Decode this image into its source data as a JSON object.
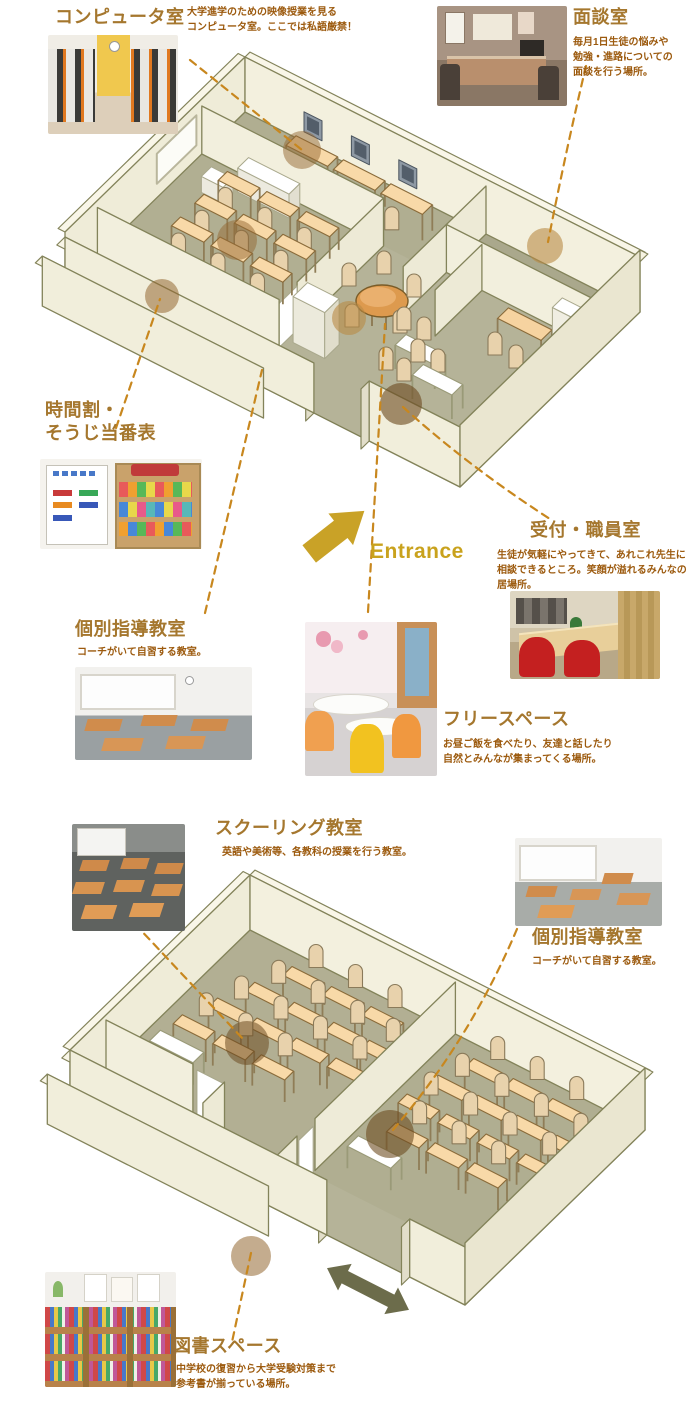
{
  "page": {
    "background": "#ffffff"
  },
  "palette": {
    "title_text": "#a5772e",
    "desc_text": "#9c5a0e",
    "entrance_gold": "#c9a21d",
    "leader_line": "#c8871e",
    "wall": "#f2efdd",
    "wall_shadow": "#eae6d0",
    "wall_top": "#f9f6e8",
    "wall_outline": "#83835a",
    "floor": "#b5b398",
    "desk": "#f8d9a8",
    "chair": "#e8d2ac",
    "white_furniture": "#ffffff",
    "table_orange": "#dd9a4e",
    "marker_brown": "#936832",
    "marker_dark_brown": "#6e4c22",
    "exit_arrow_olive": "#6c6c4b",
    "monitor_gray": "#8e99a4"
  },
  "icons": {
    "entrance_arrow": "arrow-up-right",
    "two_way_arrow": "double-arrow-diagonal"
  },
  "top_plan": {
    "computer_room": {
      "title": "コンピュータ室",
      "desc": "大学進学のための映像授業を見る\nコンピュータ室。ここでは私語厳禁！"
    },
    "interview_room": {
      "title": "面談室",
      "desc": "毎月1日生徒の悩みや\n勉強・進路についての\n面談を行う場所。"
    },
    "timetable": {
      "title": "時間割・\nそうじ当番表"
    },
    "reception": {
      "title": "受付・職員室",
      "desc": "生徒が気軽にやってきて、あれこれ先生に\n相談できるところ。笑顔が溢れるみんなの\n居場所。"
    },
    "individual_room": {
      "title": "個別指導教室",
      "desc": "コーチがいて自習する教室。"
    },
    "free_space": {
      "title": "フリースペース",
      "desc": "お昼ご飯を食べたり、友達と話したり\n自然とみんなが集まってくる場所。"
    },
    "entrance_label": "Entrance"
  },
  "bottom_plan": {
    "schooling_room": {
      "title": "スクーリング教室",
      "desc": "英語や美術等、各教科の授業を行う教室。"
    },
    "individual_room": {
      "title": "個別指導教室",
      "desc": "コーチがいて自習する教室。"
    },
    "library": {
      "title": "図書スペース",
      "desc": "中学校の復習から大学受験対策まで\n参考書が揃っている場所。"
    }
  }
}
